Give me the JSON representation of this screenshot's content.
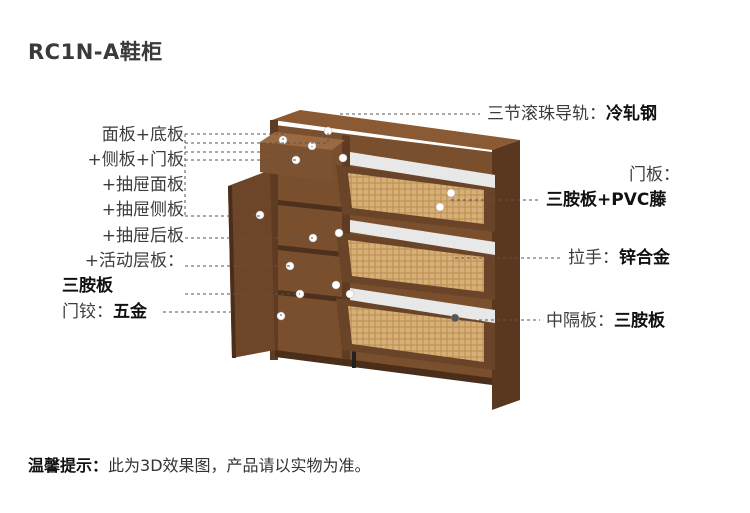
{
  "title": "RC1N-A鞋柜",
  "left_labels": {
    "line1": "面板+底板",
    "line2": "+侧板+门板",
    "line3": "+抽屉面板",
    "line4": "+抽屉侧板",
    "line5": "+抽屉后板",
    "line6": "+活动层板：",
    "material": "三胺板",
    "hinge_label": "门铰：",
    "hinge_material": "五金"
  },
  "right_labels": {
    "rail_label": "三节滚珠导轨：",
    "rail_material": "冷轧钢",
    "door_label": "门板：",
    "door_material": "三胺板+PVC藤",
    "handle_label": "拉手：",
    "handle_material": "锌合金",
    "divider_label": "中隔板：",
    "divider_material": "三胺板"
  },
  "footer": {
    "prefix": "温馨提示：",
    "text": "此为3D效果图，产品请以实物为准。"
  },
  "colors": {
    "wood": "#6b4528",
    "wood_dark": "#4a2e1a",
    "rattan": "#d9b47a",
    "leader": "#555555"
  }
}
